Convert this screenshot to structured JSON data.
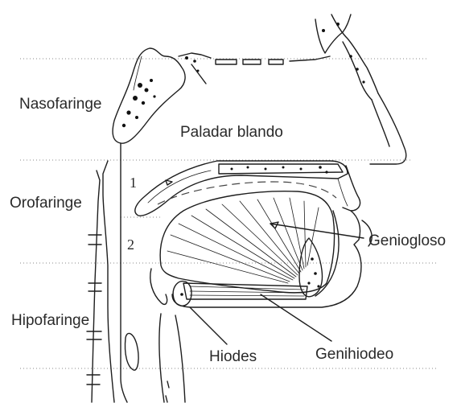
{
  "labels": {
    "nasofaringe": "Nasofaringe",
    "orofaringe": "Orofaringe",
    "hipofaringe": "Hipofaringe",
    "paladar_blando": "Paladar blando",
    "geniogloso": "Geniogloso",
    "hiodes": "Hiodes",
    "genihiodeo": "Genihiodeo",
    "marker_1": "1",
    "marker_2": "2"
  },
  "colors": {
    "ink": "#1d1d1d",
    "text": "#2a2a2a",
    "guide": "#8a8a8a",
    "background": "#ffffff"
  }
}
